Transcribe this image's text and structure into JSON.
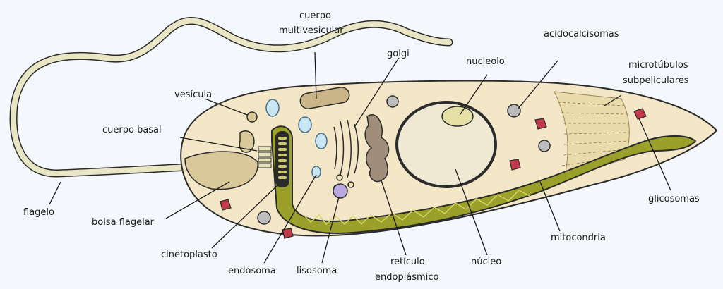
{
  "labels": {
    "cuerpo_multivesicular_1": "cuerpo",
    "cuerpo_multivesicular_2": "multivesicular",
    "golgi": "golgi",
    "nucleolo": "nucleolo",
    "acidocalcisomas": "acidocalcisomas",
    "microtubulos_1": "microtúbulos",
    "microtubulos_2": "subpeliculares",
    "vesicula": "vesícula",
    "cuerpo_basal": "cuerpo basal",
    "flagelo": "flagelo",
    "bolsa_flagelar": "bolsa flagelar",
    "cinetoplasto": "cinetoplasto",
    "endosoma": "endosoma",
    "lisosoma": "lisosoma",
    "reticulo_1": "retículo",
    "reticulo_2": "endoplásmico",
    "nucleo": "núcleo",
    "mitocondria": "mitocondria",
    "glicosomas": "glicosomas"
  },
  "colors": {
    "cell_body": "#f3e7c8",
    "cell_outline": "#2b2b2b",
    "flagellum": "#e9e6c6",
    "mitochondrion": "#9aa029",
    "nucleus": "#efe9d4",
    "er": "#8a7a6a",
    "vesicle_blue": "#c9e6f5",
    "glycosome": "#c23a4a",
    "acidocalcisome": "#bdbdbd",
    "lysosome": "#b9a9e0",
    "background_band": "#f4f7fb"
  }
}
